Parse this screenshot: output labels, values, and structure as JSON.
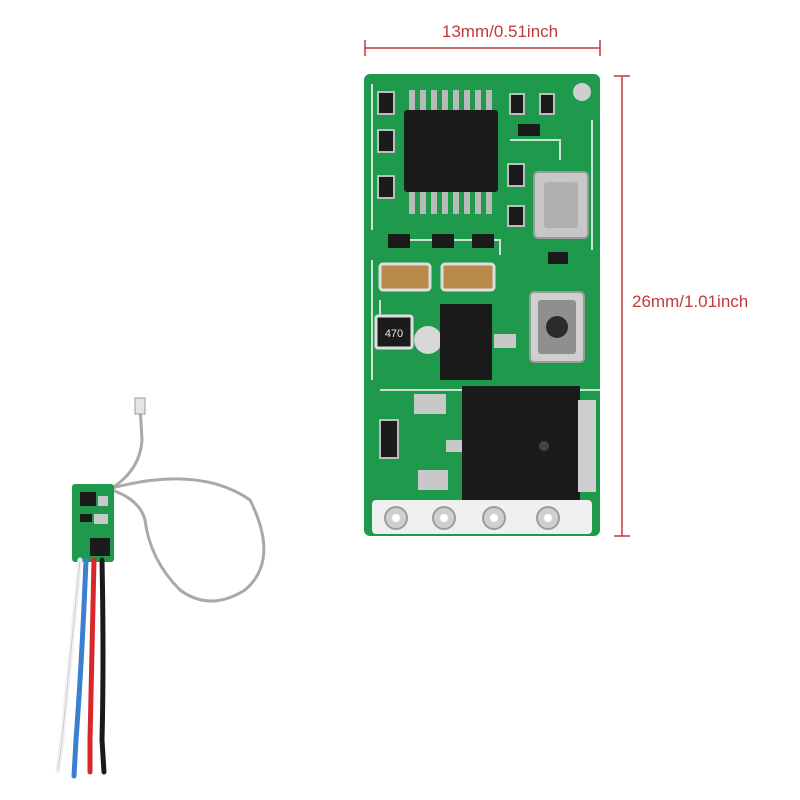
{
  "dimensions": {
    "width_label": "13mm/0.51inch",
    "height_label": "26mm/1.01inch"
  },
  "pcb": {
    "resistor_marking": "470"
  },
  "colors": {
    "dimension_line": "#c0393b",
    "pcb_green": "#1f9a4c",
    "silkscreen": "#e8f2ea",
    "chip": "#1b1b1b",
    "pin": "#b9b9b9",
    "wire_red": "#d8262a",
    "wire_blue": "#3a7fd0",
    "wire_black": "#1a1a1a",
    "wire_white": "#f2f2f2",
    "antenna": "#a9a9a9"
  }
}
